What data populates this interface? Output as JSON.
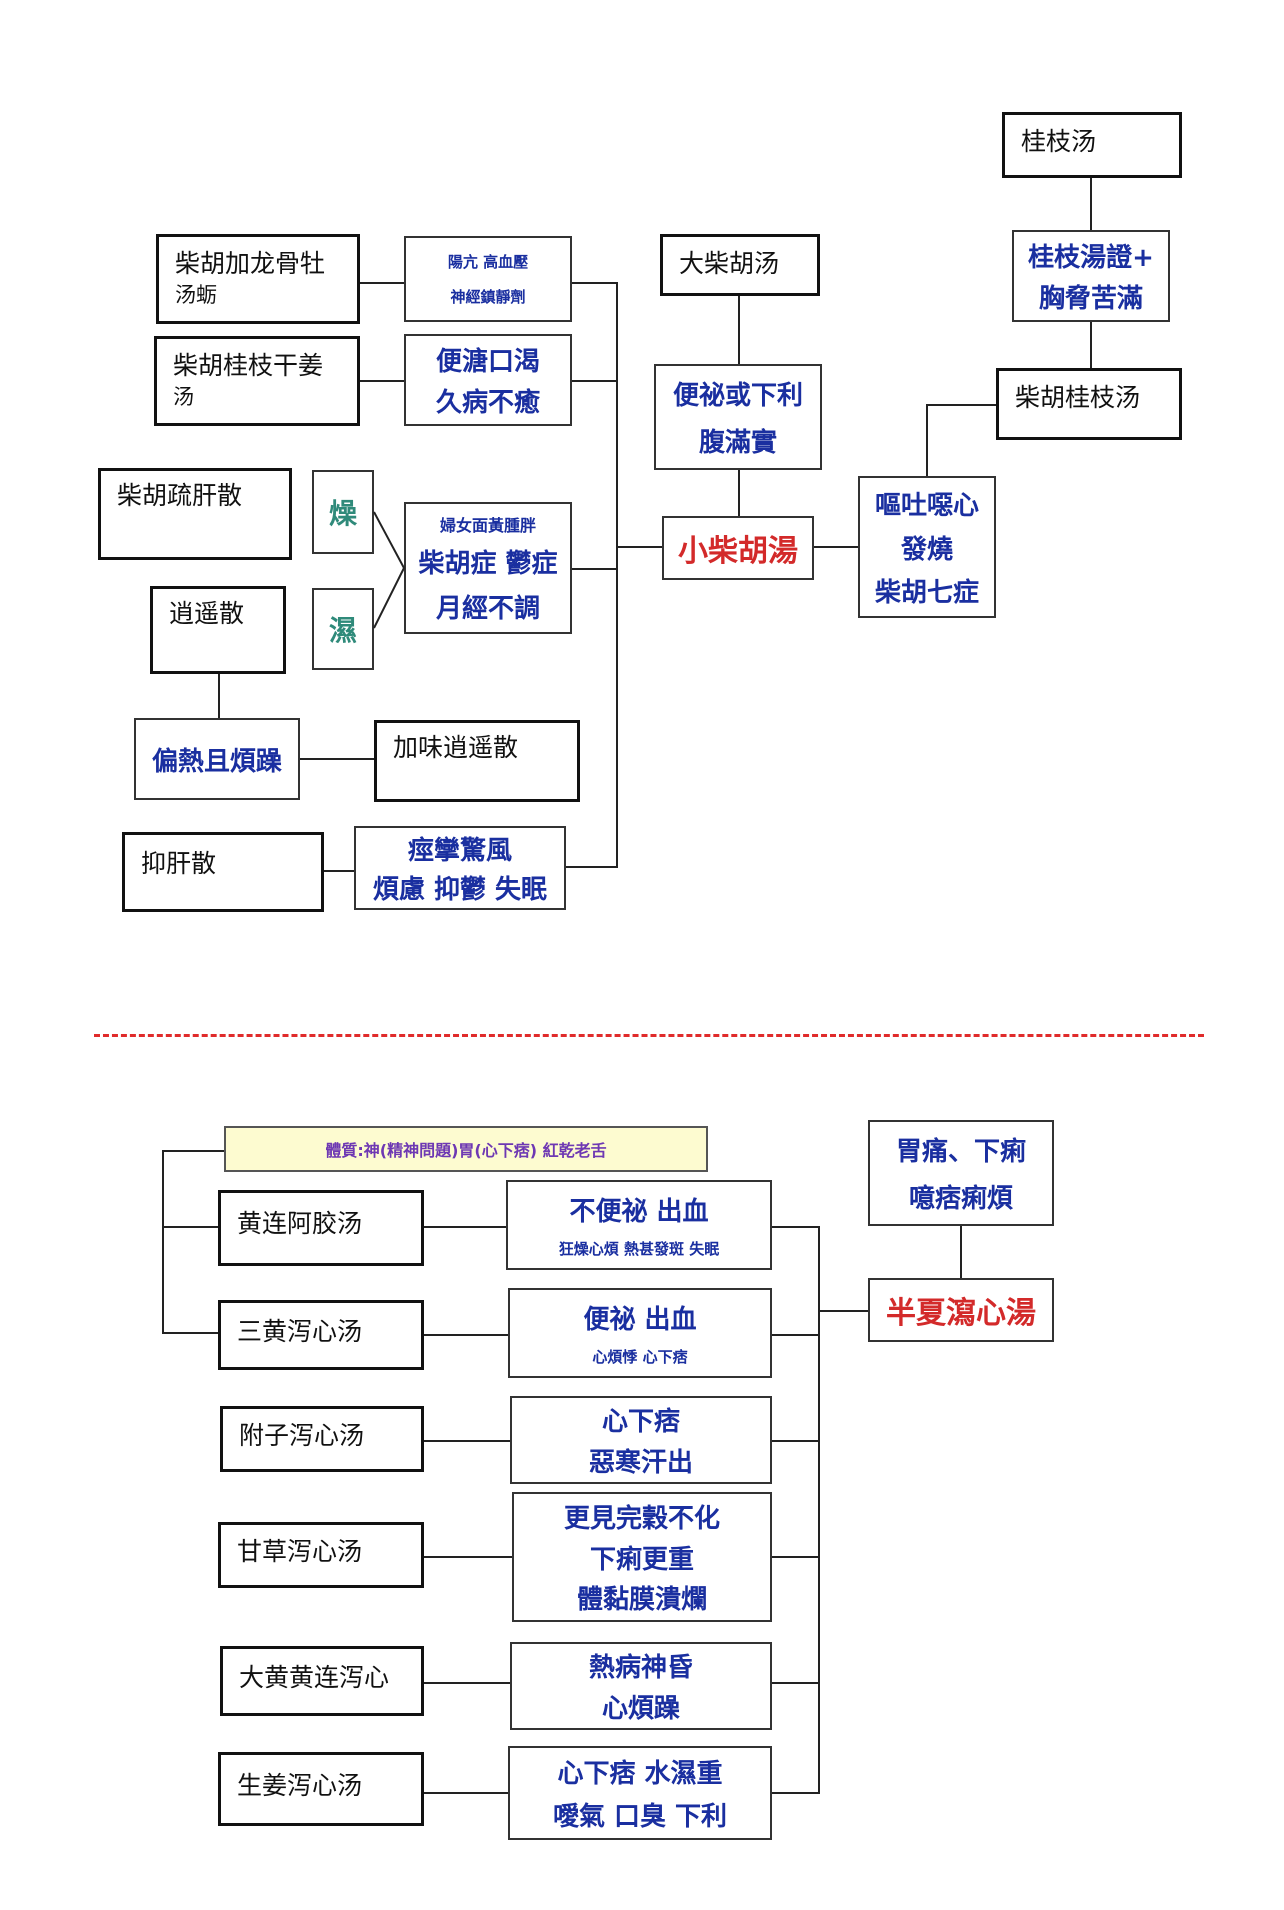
{
  "top": {
    "gui_zhi_tang": "桂枝汤",
    "gui_zhi_zheng": [
      "桂枝湯證+",
      "胸脅苦滿"
    ],
    "chai_hu_gui_zhi_tang": "柴胡桂枝汤",
    "ou_tu": [
      "嘔吐噁心",
      "發燒",
      "柴胡七症"
    ],
    "da_chai_hu_tang": "大柴胡汤",
    "bian_mi": [
      "便祕或下利",
      "腹滿實"
    ],
    "xiao_chai_hu_tang": "小柴胡湯",
    "long_gu": [
      "柴胡加龙骨牡",
      "汤蛎"
    ],
    "long_gu_sym": [
      "陽亢 高血壓",
      "神經鎮靜劑"
    ],
    "gan_jiang": [
      "柴胡桂枝干姜",
      "汤"
    ],
    "gan_jiang_sym": [
      "便溏口渴",
      "久病不癒"
    ],
    "shu_gan": "柴胡疏肝散",
    "zao": "燥",
    "shi": "濕",
    "fu_nv_sym": [
      "婦女面黃腫胖",
      "柴胡症 鬱症",
      "月經不調"
    ],
    "xiao_yao": "逍遥散",
    "pian_re": "偏熱且煩躁",
    "jia_wei": "加味逍遥散",
    "yi_gan": "抑肝散",
    "yi_gan_sym": [
      "痙攣驚風",
      "煩慮 抑鬱 失眠"
    ]
  },
  "bottom": {
    "banner": "體質:神(精神問題)胃(心下痞) 紅乾老舌",
    "wei_tong": [
      "胃痛、下痢",
      "噫痞痢煩"
    ],
    "ban_xia": "半夏瀉心湯",
    "rows": [
      {
        "formula": "黄连阿胶汤",
        "sym_main": "不便祕 出血",
        "sym_sub": "狂燥心煩 熱甚發斑 失眠"
      },
      {
        "formula": "三黄泻心汤",
        "sym_main": "便祕 出血",
        "sym_sub": "心煩悸 心下痞"
      },
      {
        "formula": "附子泻心汤",
        "sym_lines": [
          "心下痞",
          "惡寒汗出"
        ]
      },
      {
        "formula": "甘草泻心汤",
        "sym_lines": [
          "更見完穀不化",
          "下痢更重",
          "體黏膜潰爛"
        ]
      },
      {
        "formula": "大黄黄连泻心",
        "sym_lines": [
          "熱病神昏",
          "心煩躁"
        ]
      },
      {
        "formula": "生姜泻心汤",
        "sym_lines": [
          "心下痞 水濕重",
          "噯氣 口臭 下利"
        ]
      }
    ]
  },
  "colors": {
    "symptom": "#1a2fa0",
    "center": "#d32a2a",
    "teal": "#2f8a7a",
    "banner_bg": "#fdfbd0",
    "banner_text": "#6e38b3",
    "divider": "#e02b2b"
  }
}
